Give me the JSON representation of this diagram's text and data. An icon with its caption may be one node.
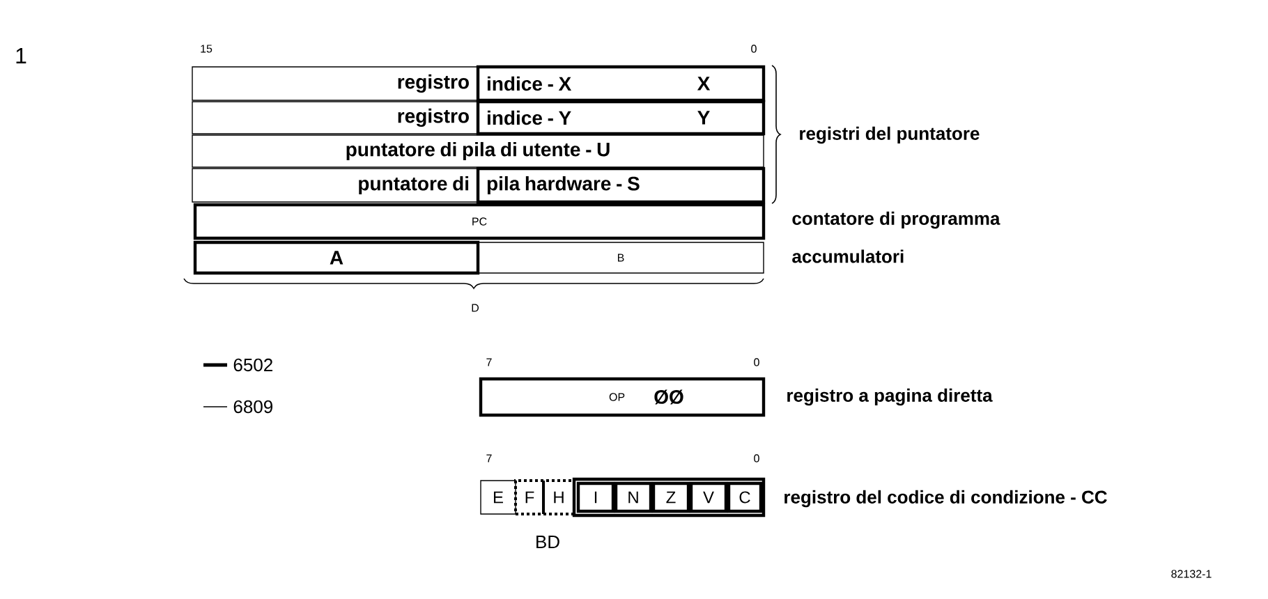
{
  "diagram": {
    "nodes": [
      {
        "text": [
          "registro"
        ]
      },
      {
        "text": [
          "indice - X",
          "X"
        ]
      },
      {
        "text": [
          "registro"
        ]
      },
      {
        "text": [
          "indice - Y",
          "Y"
        ]
      },
      {
        "text": [
          "puntatore di pila di utente - U"
        ]
      },
      {
        "text": [
          "puntatore di"
        ]
      },
      {
        "text": [
          "pila hardware - S"
        ]
      },
      {
        "text": [
          "PC"
        ]
      },
      {
        "text": [
          "A"
        ]
      },
      {
        "text": [
          "B"
        ]
      },
      {
        "text": [
          "OP",
          "ØØ"
        ]
      },
      {
        "text": [
          "E"
        ]
      },
      {
        "text": [
          "F"
        ]
      },
      {
        "text": [
          "H"
        ]
      },
      {
        "text": [
          "I"
        ]
      },
      {
        "text": [
          "N"
        ]
      },
      {
        "text": [
          "Z"
        ]
      },
      {
        "text": [
          "V"
        ]
      },
      {
        "text": [
          "C"
        ]
      }
    ],
    "labels": [
      "1",
      "15",
      "0",
      "registri del puntatore",
      "contatore di programma",
      "accumulatori",
      "D",
      "7",
      "0",
      "registro a pagina diretta",
      "7",
      "0",
      "registro del codice di condizione - CC",
      "BD",
      "82132-1"
    ],
    "legend": [
      {
        "text": "6502"
      },
      {
        "text": "6809"
      }
    ]
  }
}
